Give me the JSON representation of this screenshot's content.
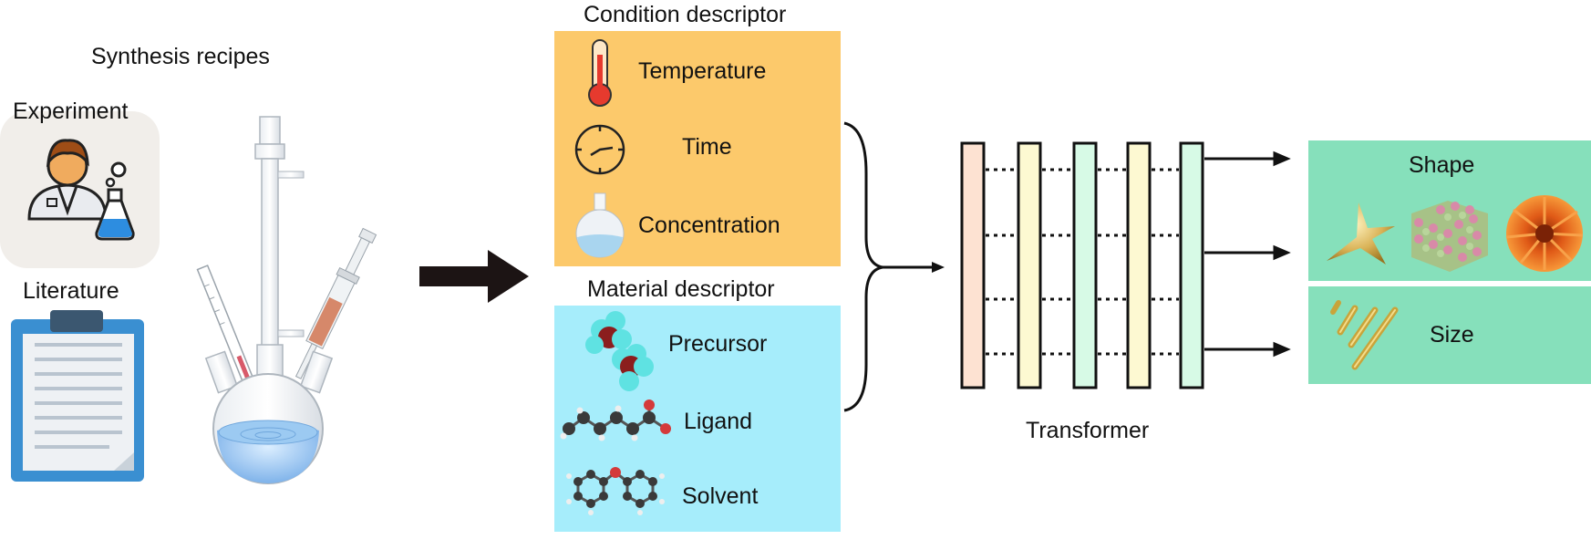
{
  "recipes": {
    "title": "Synthesis recipes",
    "experiment_label": "Experiment",
    "literature_label": "Literature"
  },
  "condition": {
    "title": "Condition descriptor",
    "items": [
      {
        "label": "Temperature",
        "icon": "thermometer-icon"
      },
      {
        "label": "Time",
        "icon": "clock-icon"
      },
      {
        "label": "Concentration",
        "icon": "flask-icon"
      }
    ],
    "color": "#fcc96b"
  },
  "material": {
    "title": "Material descriptor",
    "items": [
      {
        "label": "Precursor",
        "icon": "precursor-molecule-icon"
      },
      {
        "label": "Ligand",
        "icon": "ligand-molecule-icon"
      },
      {
        "label": "Solvent",
        "icon": "solvent-molecule-icon"
      }
    ],
    "color": "#a6edfb"
  },
  "model": {
    "label": "Transformer",
    "layer_colors": [
      "#fde2d2",
      "#fdf9d2",
      "#d7fae6",
      "#fdf9d2",
      "#d7fae6"
    ]
  },
  "outputs": {
    "shape_label": "Shape",
    "size_label": "Size",
    "color": "#86e0bb"
  }
}
